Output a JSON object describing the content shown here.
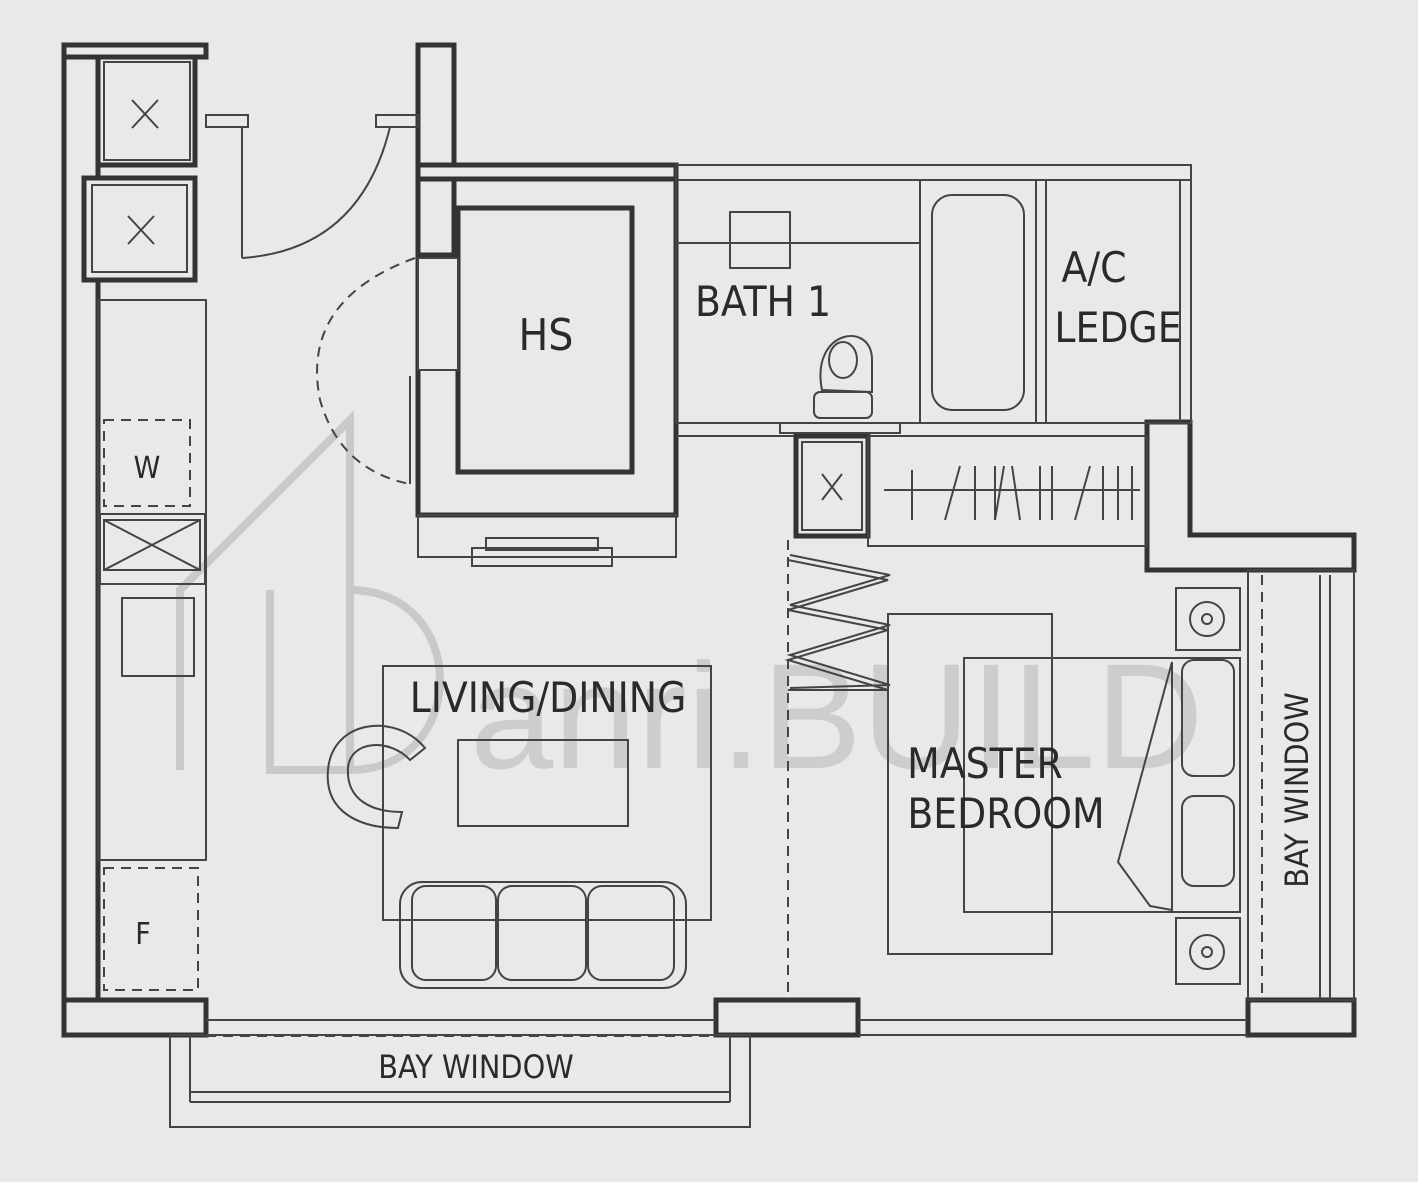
{
  "rooms": {
    "bath": "BATH 1",
    "hs": "HS",
    "ac_line1": "A/C",
    "ac_line2": "LEDGE",
    "living": "LIVING/DINING",
    "master_line1": "MASTER",
    "master_line2": "BEDROOM",
    "bay_bottom": "BAY WINDOW",
    "bay_right": "BAY WINDOW",
    "washer": "W",
    "fridge": "F"
  },
  "watermark": {
    "text": "anri.BUILD"
  },
  "colors": {
    "background": "#e9e9e9",
    "wall": "#333333",
    "watermark": "#cdcdcd"
  }
}
